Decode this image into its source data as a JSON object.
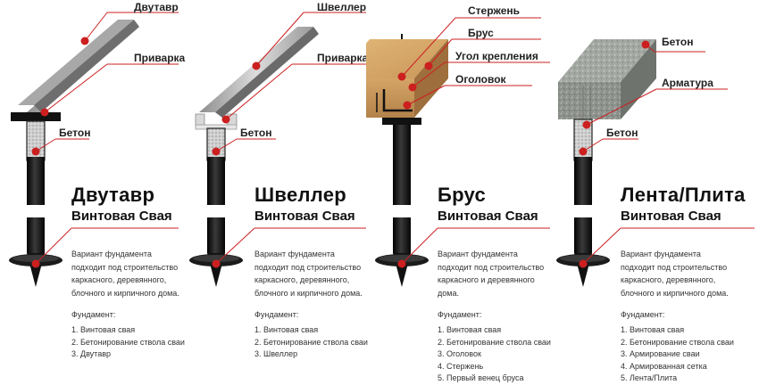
{
  "colors": {
    "accent": "#cc1f1f",
    "pile": "#1b1b1b",
    "concrete": "#c9c9c9",
    "steel": "#b8b8b8",
    "timber": "#c89a5c",
    "text": "#222222"
  },
  "panels": [
    {
      "title": "Двутавр",
      "subtitle": "Винтовая Свая",
      "description": "Вариант фундамента\nподходит под строительство\nкаркасного, деревянного,\nблочного и кирпичного дома.",
      "foundation_title": "Фундамент:",
      "steps": [
        "1. Винтовая свая",
        "2. Бетонирование ствола сваи",
        "3. Двутавр"
      ],
      "callouts": [
        "Двутавр",
        "Приварка",
        "Бетон"
      ]
    },
    {
      "title": "Швеллер",
      "subtitle": "Винтовая Свая",
      "description": "Вариант фундамента\nподходит под строительство\nкаркасного, деревянного,\nблочного и кирпичного дома.",
      "foundation_title": "Фундамент:",
      "steps": [
        "1. Винтовая свая",
        "2. Бетонирование ствола сваи",
        "3. Швеллер"
      ],
      "callouts": [
        "Швеллер",
        "Приварка",
        "Бетон"
      ]
    },
    {
      "title": "Брус",
      "subtitle": "Винтовая Свая",
      "description": "Вариант фундамента\nподходит под строительство\nкаркасного и деревянного\nдома.",
      "foundation_title": "Фундамент:",
      "steps": [
        "1. Винтовая свая",
        "2. Бетонирование ствола сваи",
        "3. Оголовок",
        "4. Стержень",
        "5. Первый венец бруса"
      ],
      "callouts": [
        "Стержень",
        "Брус",
        "Угол крепления",
        "Оголовок"
      ]
    },
    {
      "title": "Лента/Плита",
      "subtitle": "Винтовая Свая",
      "description": "Вариант фундамента\nподходит под строительство\nкаркасного, деревянного,\nблочного и кирпичного дома.",
      "foundation_title": "Фундамент:",
      "steps": [
        "1. Винтовая свая",
        "2. Бетонирование ствола сваи",
        "3. Армирование сваи",
        "4. Армированная сетка",
        "5. Лента/Плита"
      ],
      "callouts": [
        "Бетон",
        "Арматура",
        "Бетон"
      ]
    }
  ]
}
